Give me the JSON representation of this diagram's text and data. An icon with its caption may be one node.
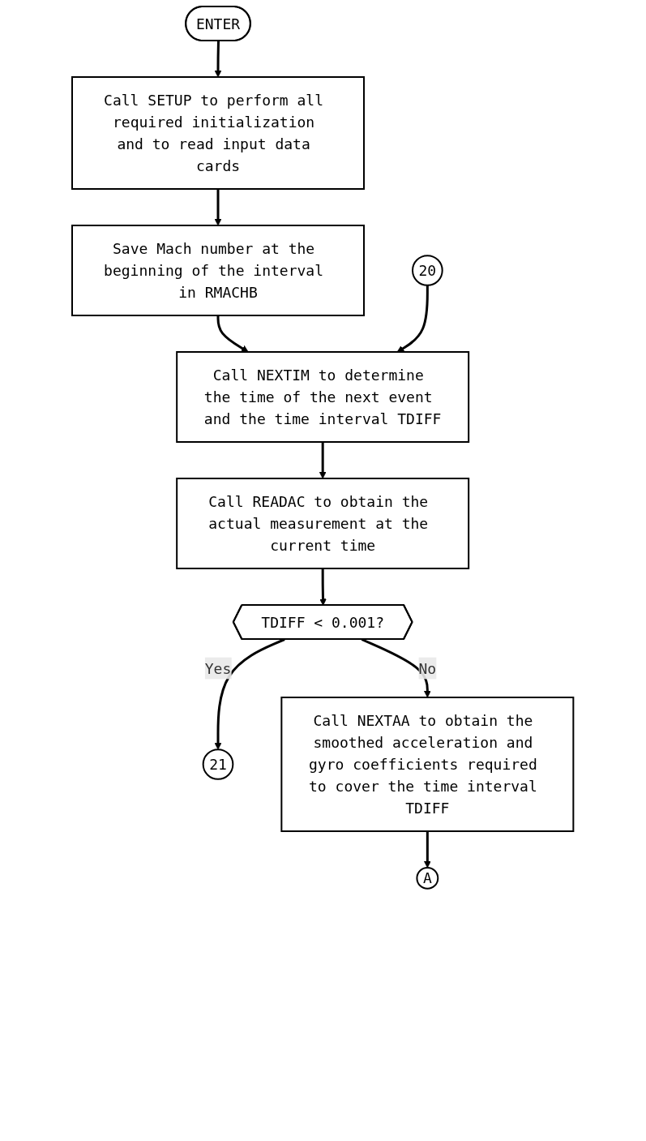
{
  "diagram": {
    "nodes": [
      {
        "text": [
          "ENTER"
        ]
      },
      {
        "text": [
          "Call SETUP to perform all required initialization and to read input data cards"
        ]
      },
      {
        "text": [
          "Save Mach number at the beginning of the interval in RMACHB"
        ]
      },
      {
        "text": [
          "20"
        ]
      },
      {
        "text": [
          "Call NEXTIM to determine the time of the next event and the time interval TDIFF"
        ]
      },
      {
        "text": [
          "Call READAC to obtain the actual measurement at the current time"
        ]
      },
      {
        "text": [
          "TDIFF < 0.001?"
        ]
      },
      {
        "text": [
          "21"
        ]
      },
      {
        "text": [
          "Call NEXTAA to obtain the smoothed acceleration and gyro coefficients required to cover the time interval TDIFF"
        ]
      },
      {
        "text": [
          "A"
        ]
      }
    ],
    "edges": [
      {
        "from": 0,
        "to": 1,
        "arrow": "to"
      },
      {
        "from": 1,
        "to": 2,
        "arrow": "to"
      },
      {
        "from": 2,
        "to": 4,
        "arrow": "to"
      },
      {
        "from": 3,
        "to": 4,
        "arrow": "to"
      },
      {
        "from": 4,
        "to": 5,
        "arrow": "to"
      },
      {
        "from": 5,
        "to": 6,
        "arrow": "to"
      },
      {
        "from": 6,
        "to": 7,
        "label": "Yes",
        "arrow": "to"
      },
      {
        "from": 6,
        "to": 8,
        "label": "No",
        "arrow": "to"
      },
      {
        "from": 8,
        "to": 9,
        "arrow": "to"
      }
    ]
  }
}
